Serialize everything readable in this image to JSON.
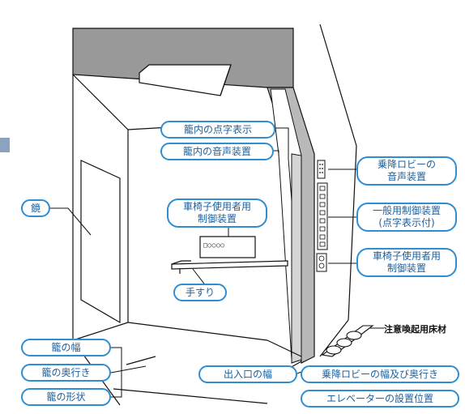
{
  "labels": {
    "kago_tenji": "籠内の点字表示",
    "kago_onsei": "籠内の音声装置",
    "lobby_onsei_1": "乗降ロビーの",
    "lobby_onsei_2": "音声装置",
    "ippan_1": "一般用制御装置",
    "ippan_2": "(点字表示付)",
    "kurumaisu_right_1": "車椅子使用者用",
    "kurumaisu_right_2": "制御装置",
    "kagami": "鏡",
    "kurumaisu_center_1": "車椅子使用者用",
    "kurumaisu_center_2": "制御装置",
    "tesuri": "手すり",
    "chuui": "注意喚起用床材",
    "kago_haba": "籠の幅",
    "kago_okuyuki": "籠の奥行き",
    "kago_keijou": "籠の形状",
    "deiriguchi": "出入口の幅",
    "lobby_haba": "乗降ロビーの幅及び奥行き",
    "setchi": "エレベーターの設置位置",
    "panel_text": "□○○○○"
  },
  "colors": {
    "pill_border": "#2f8ed0",
    "pill_text": "#1f5f9a",
    "ceiling": "#999999",
    "door_frame": "#b9b9b9",
    "left_accent": "#8ca3c0"
  }
}
